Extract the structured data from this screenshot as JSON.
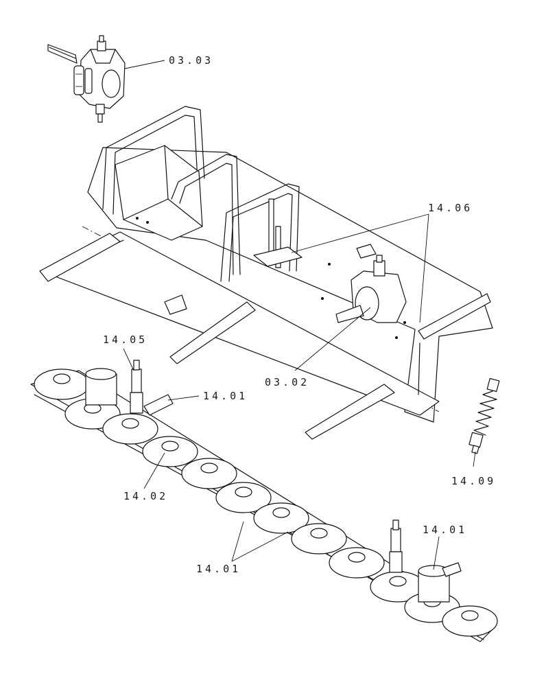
{
  "callouts": {
    "gearbox_top": "03.03",
    "drive_pins": "14.06",
    "gearbox_main": "03.02",
    "driveshaft": "14.05",
    "bar_upper": "14.01",
    "disc": "14.02",
    "spring": "14.09",
    "bar_right": "14.01",
    "bar_lower": "14.01"
  }
}
